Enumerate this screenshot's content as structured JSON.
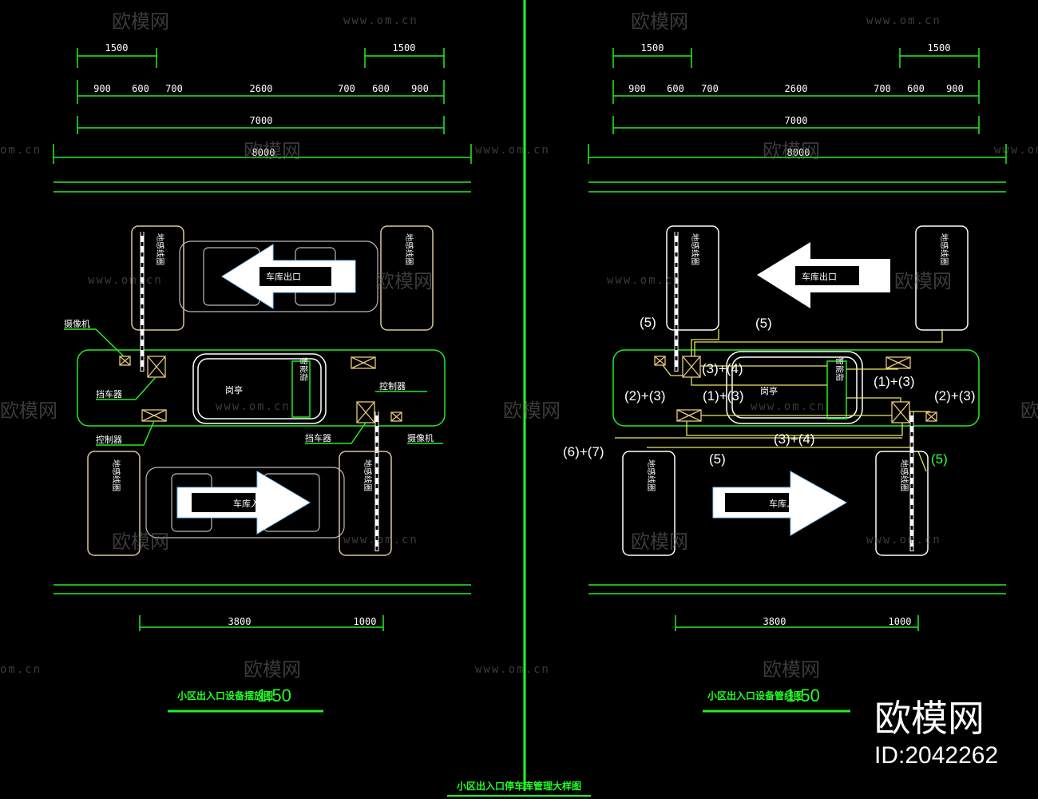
{
  "watermark": {
    "brand": "欧模网",
    "url": "www.om.cn",
    "url_short": "om.cn"
  },
  "brand_mark": {
    "name": "欧模网",
    "id": "ID:2042262"
  },
  "bottom_title": "小区出入口停车库管理大样图",
  "left": {
    "title": "小区出入口设备摆放图",
    "scale": "1:50",
    "dims_top_1500_left": "1500",
    "dims_top_1500_right": "1500",
    "dims_row2": [
      "900",
      "600",
      "700",
      "2600",
      "700",
      "600",
      "900"
    ],
    "dim_7000": "7000",
    "dim_8000": "8000",
    "dims_bottom": [
      "3800",
      "1000"
    ],
    "loop": "地感线圈",
    "exit_label": "车库出口",
    "entry_label": "车库入口",
    "booth": "岗亭",
    "sign": "智能指",
    "camera": "摄像机",
    "barrier": "挡车器",
    "controller": "控制器"
  },
  "right": {
    "title": "小区出入口设备管线图",
    "scale": "1:50",
    "dims_top_1500_left": "1500",
    "dims_top_1500_right": "1500",
    "dims_row2": [
      "900",
      "600",
      "700",
      "2600",
      "700",
      "600",
      "900"
    ],
    "dim_7000": "7000",
    "dim_8000": "8000",
    "dims_bottom": [
      "3800",
      "1000"
    ],
    "loop": "地感线圈",
    "exit_label": "车库出口",
    "entry_label": "车库入口",
    "booth": "岗亭",
    "sign": "智能指",
    "codes": {
      "c5_a": "(5)",
      "c5_b": "(5)",
      "c34_a": "(3)+(4)",
      "c13_a": "(1)+(3)",
      "c23_a": "(2)+(3)",
      "c13_b": "(1)+(3)",
      "c23_b": "(2)+(3)",
      "c34_b": "(3)+(4)",
      "c67": "(6)+(7)",
      "c5_c": "(5)",
      "c5_d": "(5)"
    }
  },
  "colors": {
    "line": "#22ee22",
    "object": "#d8c79a",
    "text": "#ffffff",
    "background": "#000000"
  }
}
